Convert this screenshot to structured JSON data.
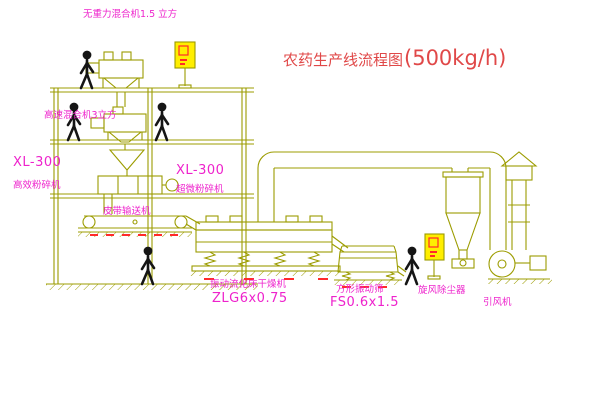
{
  "title": {
    "main": "农药生产线流程图",
    "capacity": "(500kg/h)"
  },
  "labels": {
    "top_mixer": "无重力混合机1.5 立方",
    "high_speed_mixer": "高速混合机3立方",
    "left_pulverizer_model": "XL-300",
    "left_pulverizer": "高效粉碎机",
    "center_pulverizer_model": "XL-300",
    "center_pulverizer": "超微粉碎机",
    "belt_conveyor": "皮带输送机",
    "dryer": "振动流化床干燥机",
    "dryer_model": "ZLG6x0.75",
    "sieve": "方形振动筛",
    "sieve_model": "FS0.6x1.5",
    "cyclone": "旋风除尘器",
    "fan": "引风机"
  },
  "colors": {
    "line": "#9c9c00",
    "label": "#ee22cc",
    "title": "#e04848",
    "panel": "#ffee00",
    "accent": "#ff2a2a",
    "figure": "#151515",
    "bg": "#ffffff"
  }
}
